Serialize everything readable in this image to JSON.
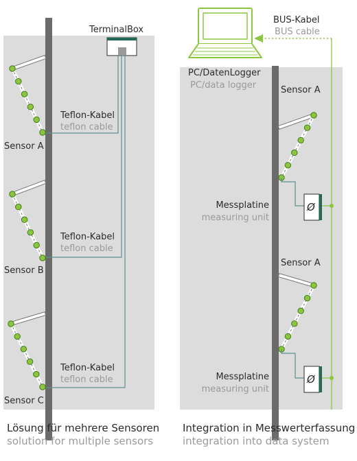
{
  "left": {
    "terminal_box_label": "TerminalBox",
    "sensors": [
      {
        "label": "Sensor A"
      },
      {
        "label": "Sensor B"
      },
      {
        "label": "Sensor C"
      }
    ],
    "cables": [
      {
        "label_de": "Teflon-Kabel",
        "label_en": "teflon cable"
      },
      {
        "label_de": "Teflon-Kabel",
        "label_en": "teflon cable"
      },
      {
        "label_de": "Teflon-Kabel",
        "label_en": "teflon cable"
      }
    ],
    "caption_de": "Lösung für mehrere Sensoren",
    "caption_en": "solution for multiple sensors"
  },
  "right": {
    "bus_label_de": "BUS-Kabel",
    "bus_label_en": "BUS cable",
    "pc_label_de": "PC/DatenLogger",
    "pc_label_en": "PC/data logger",
    "sensors": [
      {
        "label": "Sensor A"
      },
      {
        "label": "Sensor A"
      }
    ],
    "units": [
      {
        "label_de": "Messplatine",
        "label_en": "measuring unit",
        "symbol": "Ø"
      },
      {
        "label_de": "Messplatine",
        "label_en": "measuring unit",
        "symbol": "Ø"
      }
    ],
    "caption_de": "Integration in Messwerterfassung",
    "caption_en": "integration into data system"
  },
  "colors": {
    "panel": "#dcdcdc",
    "wall": "#6b6b6b",
    "cable": "#5f8f8f",
    "green": "#8cc63f",
    "green_dark": "#3f7a1f",
    "bus": "#8cc63f",
    "unit_bar": "#1f6b57"
  }
}
